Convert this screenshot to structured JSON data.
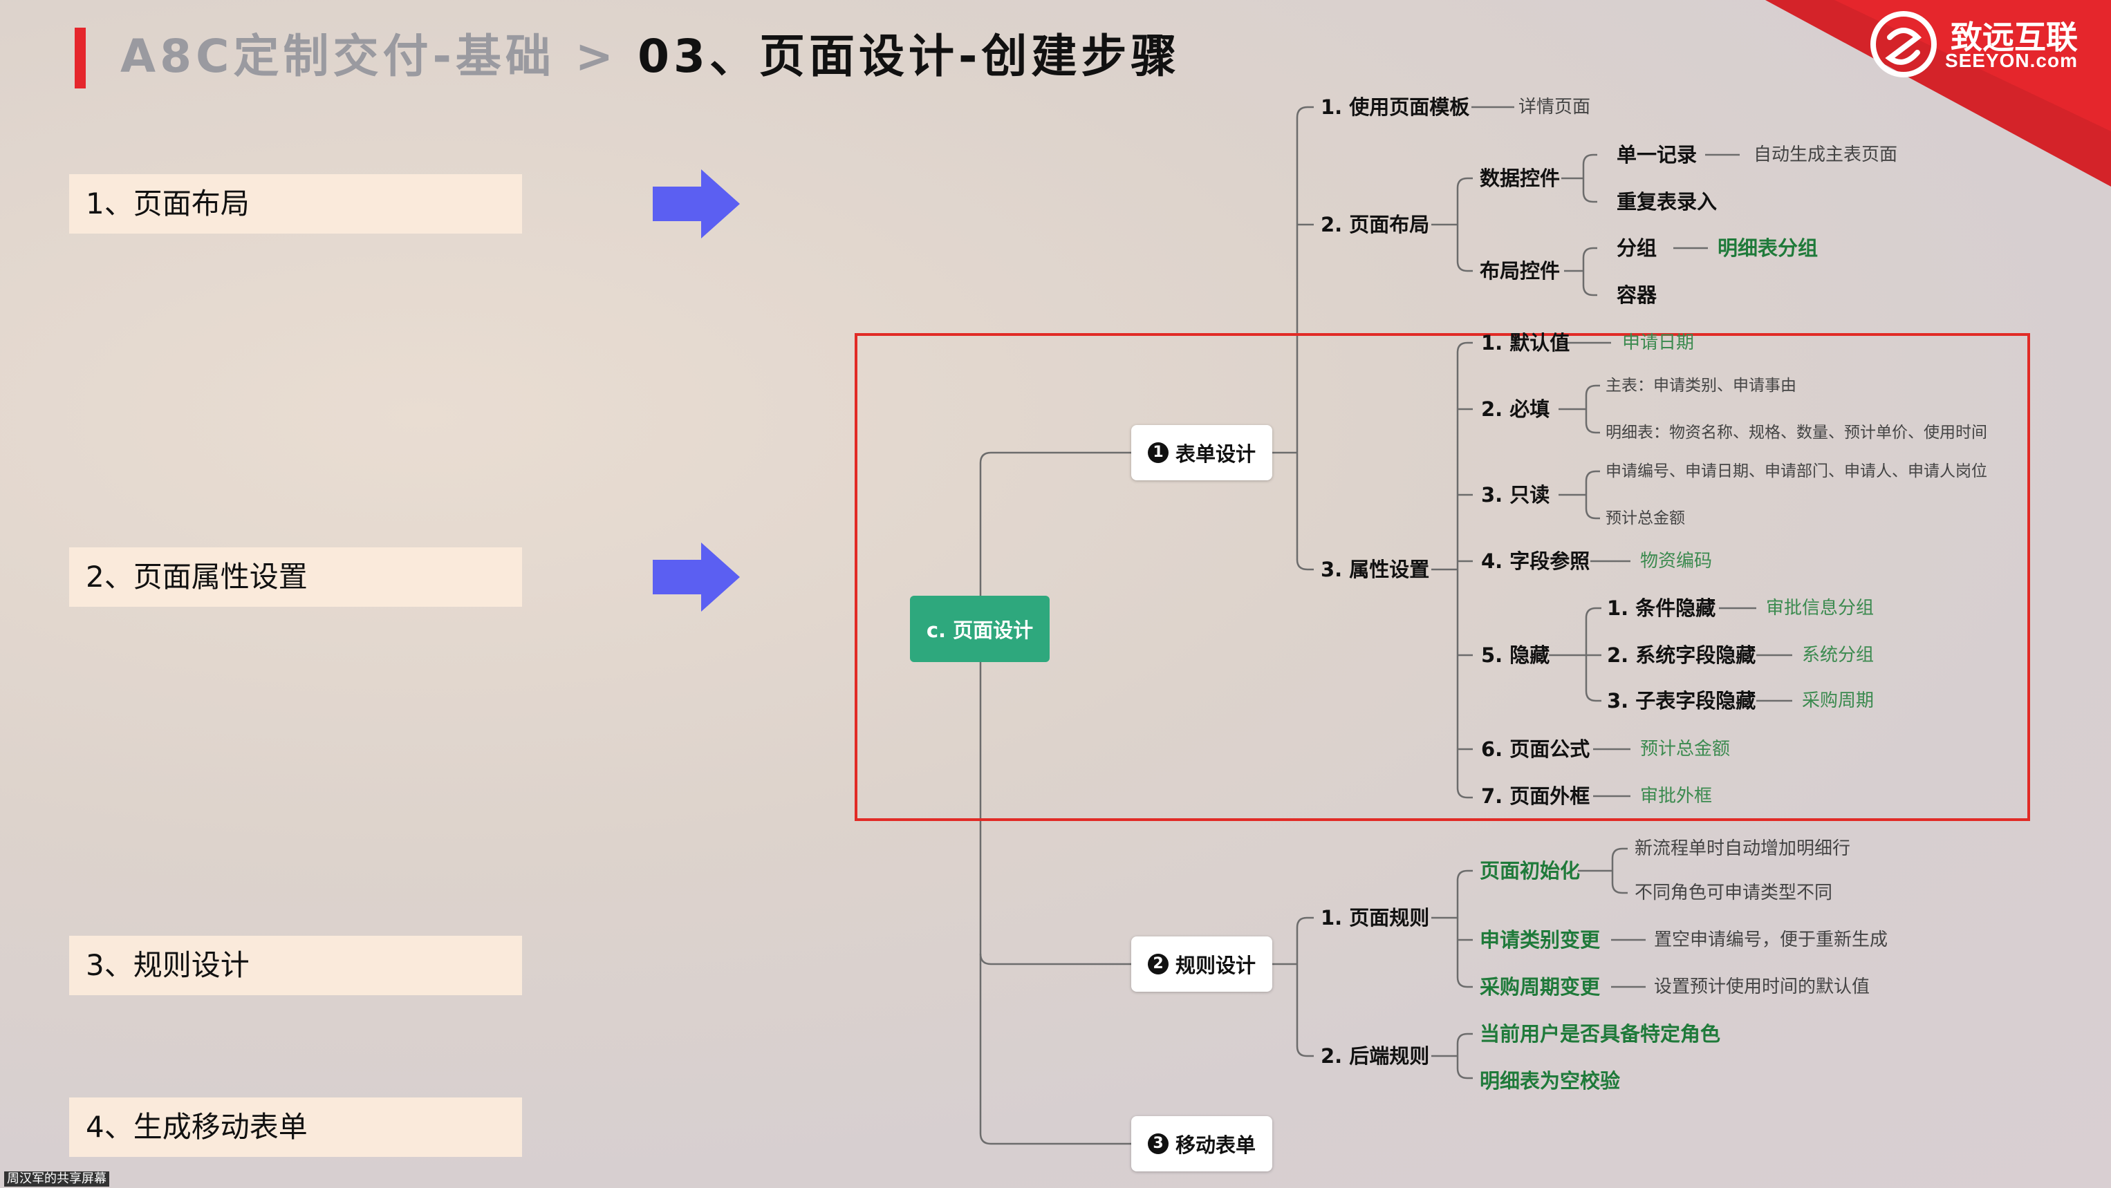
{
  "title": {
    "prefix": "A8C定制交付-基础 > ",
    "main": "03、页面设计-创建步骤"
  },
  "logo": {
    "cn": "致远互联",
    "en": "SEEYON.com"
  },
  "steps": [
    "1、页面布局",
    "2、页面属性设置",
    "3、规则设计",
    "4、生成移动表单"
  ],
  "mindmap": {
    "root": "c. 页面设计",
    "form_design": {
      "num": "1",
      "label": "表单设计",
      "use_template": "1. 使用页面模板",
      "use_template_leaf": "详情页面",
      "layout": "2. 页面布局",
      "data_controls": "数据控件",
      "single_record": "单一记录",
      "single_record_leaf": "自动生成主表页面",
      "repeat_entry": "重复表录入",
      "layout_controls": "布局控件",
      "group": "分组",
      "group_leaf": "明细表分组",
      "container": "容器",
      "props": "3. 属性设置",
      "default": "1. 默认值",
      "default_leaf": "申请日期",
      "required": "2. 必填",
      "required_main": "主表：申请类别、申请事由",
      "required_detail": "明细表：物资名称、规格、数量、预计单价、使用时间",
      "readonly": "3. 只读",
      "readonly_a": "申请编号、申请日期、申请部门、申请人、申请人岗位",
      "readonly_b": "预计总金额",
      "field_ref": "4. 字段参照",
      "field_ref_leaf": "物资编码",
      "hide": "5. 隐藏",
      "hide1": "1. 条件隐藏",
      "hide1_leaf": "审批信息分组",
      "hide2": "2. 系统字段隐藏",
      "hide2_leaf": "系统分组",
      "hide3": "3. 子表字段隐藏",
      "hide3_leaf": "采购周期",
      "formula": "6. 页面公式",
      "formula_leaf": "预计总金额",
      "frame": "7. 页面外框",
      "frame_leaf": "审批外框"
    },
    "rule_design": {
      "num": "2",
      "label": "规则设计",
      "page_rules": "1. 页面规则",
      "init": "页面初始化",
      "init_a": "新流程单时自动增加明细行",
      "init_b": "不同角色可申请类型不同",
      "type_change": "申请类别变更",
      "type_change_leaf": "置空申请编号，便于重新生成",
      "period_change": "采购周期变更",
      "period_change_leaf": "设置预计使用时间的默认值",
      "backend_rules": "2. 后端规则",
      "role_check": "当前用户是否具备特定角色",
      "empty_check": "明细表为空校验"
    },
    "mobile_form": {
      "num": "3",
      "label": "移动表单"
    }
  },
  "footer": "周汉军的共享屏幕",
  "colors": {
    "accent_red": "#e5262c",
    "root_green": "#2ea87d",
    "arrow_blue": "#5b5ff2",
    "highlight_green": "#1f7a3a"
  }
}
